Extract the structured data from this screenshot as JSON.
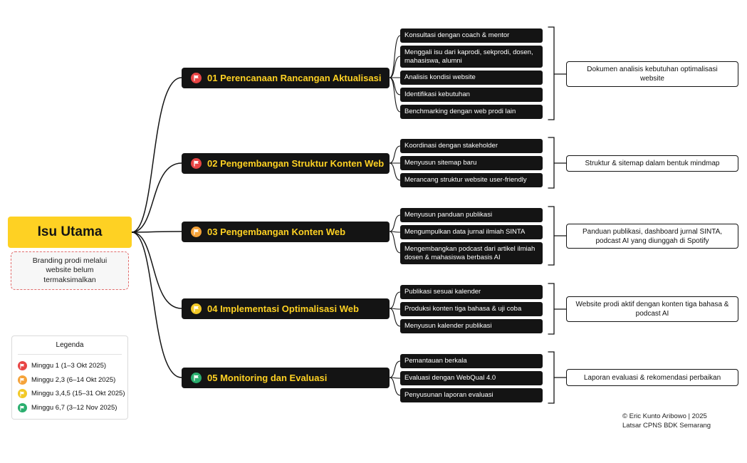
{
  "colors": {
    "branch_bg": "#141414",
    "branch_text": "#fed123",
    "root_bg": "#fed123",
    "week1": "#e84545",
    "week2": "#f5a33a",
    "week3": "#f2c927",
    "week4": "#2aae6e"
  },
  "root": {
    "title": "Isu Utama",
    "description": "Branding prodi melalui website belum termaksimalkan"
  },
  "branches": [
    {
      "label": "01 Perencanaan Rancangan Aktualisasi",
      "flag_icon": "flag-icon",
      "tasks": [
        "Konsultasi dengan coach & mentor",
        "Menggali isu dari kaprodi, sekprodi, dosen, mahasiswa, alumni",
        "Analisis kondisi website",
        "Identifikasi kebutuhan",
        "Benchmarking dengan web prodi lain"
      ],
      "output": "Dokumen analisis kebutuhan optimalisasi website"
    },
    {
      "label": "02 Pengembangan Struktur Konten Web",
      "flag_icon": "flag-icon",
      "tasks": [
        "Koordinasi dengan stakeholder",
        "Menyusun sitemap baru",
        "Merancang struktur website user-friendly"
      ],
      "output": "Struktur & sitemap dalam bentuk mindmap"
    },
    {
      "label": "03 Pengembangan Konten Web",
      "flag_icon": "flag-icon",
      "tasks": [
        "Menyusun panduan publikasi",
        "Mengumpulkan data jurnal ilmiah SINTA",
        "Mengembangkan podcast dari artikel ilmiah dosen & mahasiswa berbasis AI"
      ],
      "output": "Panduan publikasi, dashboard jurnal SINTA, podcast AI yang diunggah di Spotify"
    },
    {
      "label": "04 Implementasi Optimalisasi Web",
      "flag_icon": "flag-icon",
      "tasks": [
        "Publikasi sesuai kalender",
        "Produksi konten tiga bahasa & uji coba",
        "Menyusun kalender publikasi"
      ],
      "output": "Website prodi aktif dengan konten tiga bahasa & podcast AI"
    },
    {
      "label": "05 Monitoring dan Evaluasi",
      "flag_icon": "flag-icon",
      "tasks": [
        "Pemantauan berkala",
        "Evaluasi dengan WebQual 4.0",
        "Penyusunan laporan evaluasi"
      ],
      "output": "Laporan evaluasi & rekomendasi perbaikan"
    }
  ],
  "legend": {
    "title": "Legenda",
    "items": [
      "Minggu 1 (1–3 Okt 2025)",
      "Minggu 2,3 (6–14 Okt 2025)",
      "Minggu 3,4,5 (15–31 Okt 2025)",
      "Minggu 6,7 (3–12 Nov 2025)"
    ]
  },
  "footer": {
    "line1": "© Eric Kunto Aribowo | 2025",
    "line2": "Latsar CPNS BDK Semarang"
  }
}
